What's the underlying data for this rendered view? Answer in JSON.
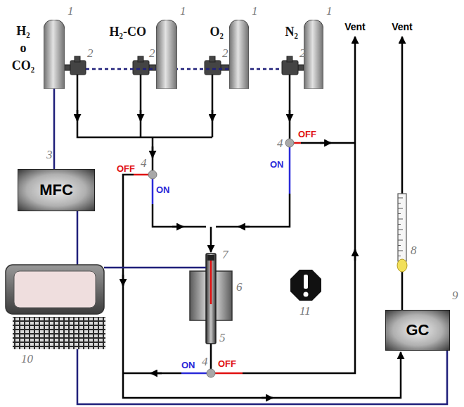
{
  "diagram": {
    "nodes": [
      {
        "text": [
          "H₂ o CO₂"
        ]
      },
      {
        "text": [
          "H₂-CO"
        ]
      },
      {
        "text": [
          "O₂"
        ]
      },
      {
        "text": [
          "N₂"
        ]
      },
      {
        "text": [
          "MFC"
        ]
      },
      {
        "text": [
          "GC"
        ]
      }
    ],
    "edges": [
      {
        "from": 0,
        "to": 4,
        "arrow": "none"
      }
    ],
    "labels": [
      "1",
      "1",
      "1",
      "1",
      "2",
      "2",
      "2",
      "2",
      "Vent",
      "Vent",
      "3",
      "OFF",
      "4",
      "ON",
      "4",
      "OFF",
      "ON",
      "7",
      "6",
      "5",
      "11",
      "8",
      "9",
      "10",
      "ON",
      "4",
      "OFF"
    ]
  }
}
